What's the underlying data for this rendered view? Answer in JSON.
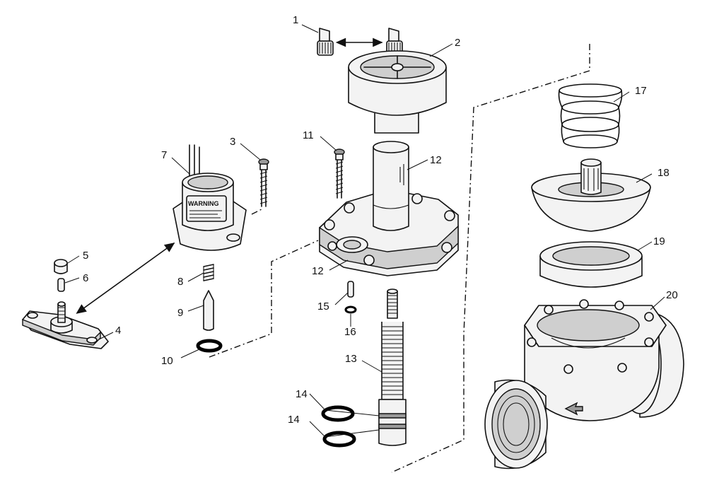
{
  "callouts": {
    "c1": "1",
    "c2": "2",
    "c3": "3",
    "c4": "4",
    "c5": "5",
    "c6": "6",
    "c7": "7",
    "c8": "8",
    "c9": "9",
    "c10": "10",
    "c11": "11",
    "c12a": "12",
    "c12b": "12",
    "c13": "13",
    "c14a": "14",
    "c14b": "14",
    "c15": "15",
    "c16": "16",
    "c17": "17",
    "c18": "18",
    "c19": "19",
    "c20": "20"
  },
  "solenoid_label": "WARNING",
  "colors": {
    "line": "#111111",
    "fill": "#f3f3f3",
    "shade": "#cfcfcf",
    "background": "#ffffff"
  }
}
